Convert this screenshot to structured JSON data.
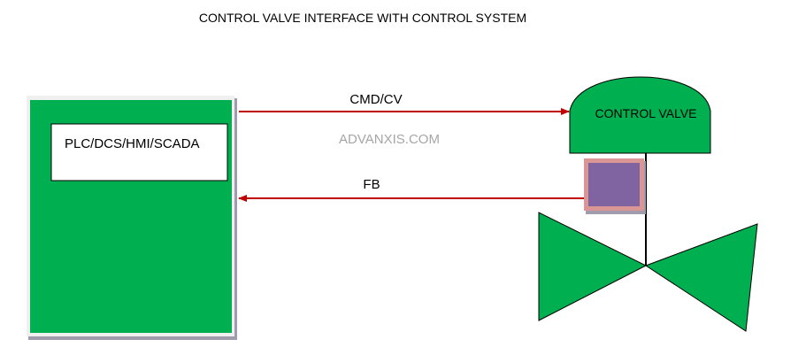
{
  "title": "CONTROL VALVE INTERFACE WITH CONTROL SYSTEM",
  "controller": {
    "label": "PLC/DCS/HMI/SCADA"
  },
  "valve": {
    "label": "CONTROL VALVE"
  },
  "signals": {
    "command": "CMD/CV",
    "feedback": "FB"
  },
  "watermark": "ADVANXIS.COM",
  "colors": {
    "green": "#00AF50",
    "arrow": "#C00000",
    "positioner_fill": "#8064A2",
    "positioner_border": "#D99694",
    "watermark": "#A6A6A6"
  }
}
